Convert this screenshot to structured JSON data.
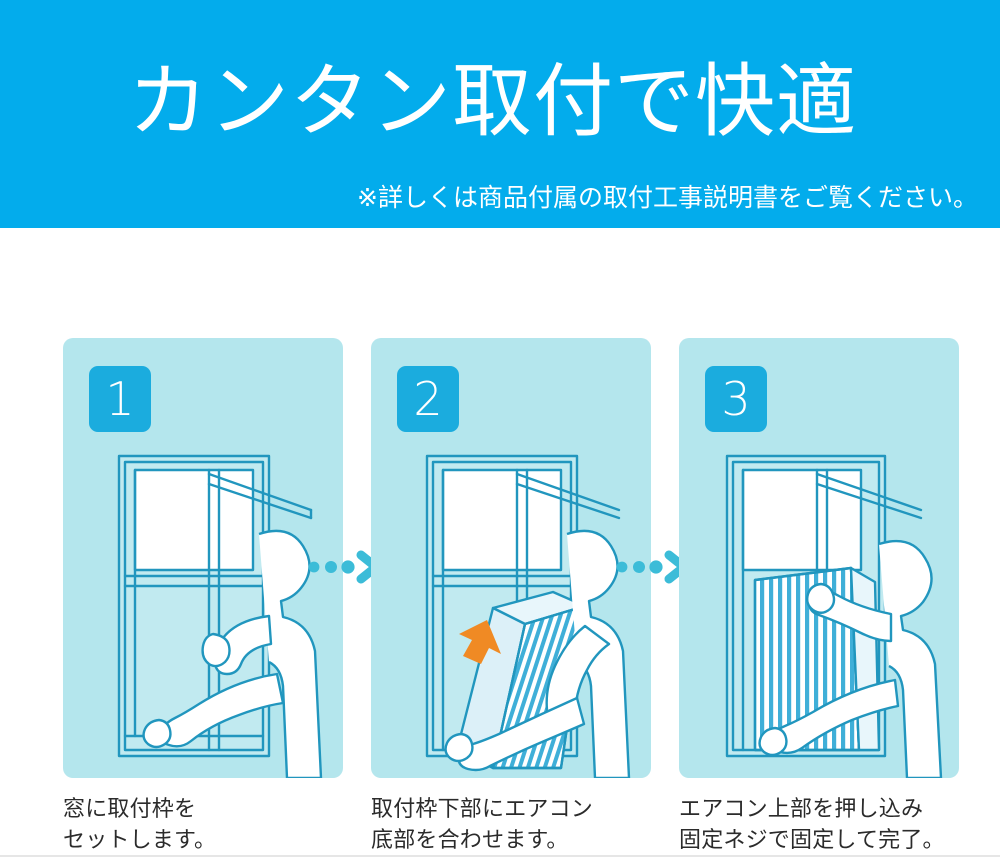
{
  "header": {
    "title": "カンタン取付で快適",
    "note": "※詳しくは商品付属の取付工事説明書をご覧ください。",
    "background_color": "#03ACEC",
    "text_color": "#FFFFFF"
  },
  "colors": {
    "brand_cyan": "#03ACEC",
    "panel_background": "#B4E6ED",
    "badge_blue": "#1BACDE",
    "line_teal": "#2196BE",
    "accent_orange": "#F08A24",
    "connector_blue": "#3CBCD8",
    "caption_text": "#2B2B2B",
    "white": "#FFFFFF"
  },
  "steps": [
    {
      "badge": "1",
      "caption": "窓に取付枠を\nセットします。",
      "art_name": "window-frame-setup-illustration"
    },
    {
      "badge": "2",
      "caption": "取付枠下部にエアコン\n底部を合わせます。",
      "art_name": "aircon-align-bottom-illustration"
    },
    {
      "badge": "3",
      "caption": "エアコン上部を押し込み\n固定ネジで固定して完了。",
      "art_name": "aircon-installed-illustration"
    }
  ],
  "connectors": [
    {
      "name": "arrow-connector-1-to-2"
    },
    {
      "name": "arrow-connector-2-to-3"
    }
  ]
}
